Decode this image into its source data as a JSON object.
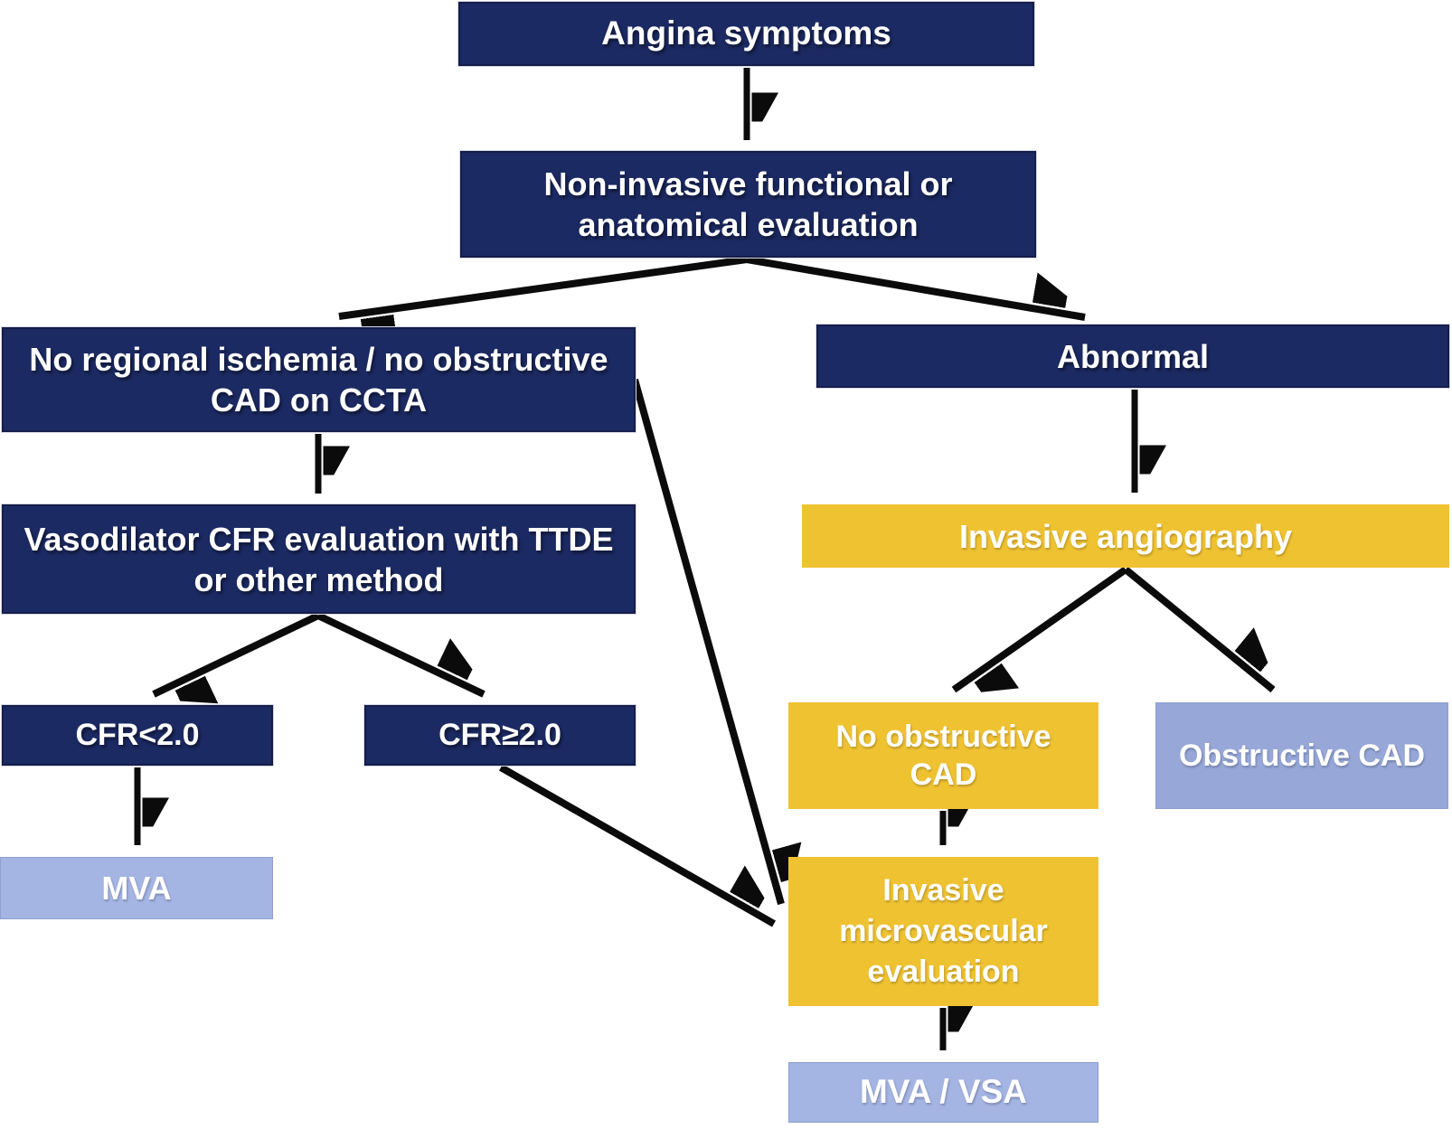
{
  "colors": {
    "navy": "#1c2a63",
    "yellow": "#efc232",
    "periwinkle": "#a4b4e3",
    "periwinkle_dark": "#96a7d8",
    "arrow": "#0b0b0b",
    "label_text": "#ffffff"
  },
  "nodes": {
    "angina": {
      "label": "Angina symptoms"
    },
    "noninvasive": {
      "label": "Non-invasive functional or anatomical evaluation"
    },
    "no_ischemia": {
      "label": "No regional ischemia / no obstructive CAD on CCTA"
    },
    "abnormal": {
      "label": "Abnormal"
    },
    "vasodilator": {
      "label": "Vasodilator CFR evaluation with TTDE or other method"
    },
    "cfr_lt": {
      "label": "CFR<2.0"
    },
    "cfr_ge": {
      "label": "CFR≥2.0"
    },
    "mva": {
      "label": "MVA"
    },
    "invasive_angio": {
      "label": "Invasive angiography"
    },
    "no_obstructive_cad": {
      "label": "No obstructive CAD"
    },
    "obstructive_cad": {
      "label": "Obstructive CAD"
    },
    "invasive_micro": {
      "label": "Invasive microvascular evaluation"
    },
    "mva_vsa": {
      "label": "MVA / VSA"
    }
  }
}
